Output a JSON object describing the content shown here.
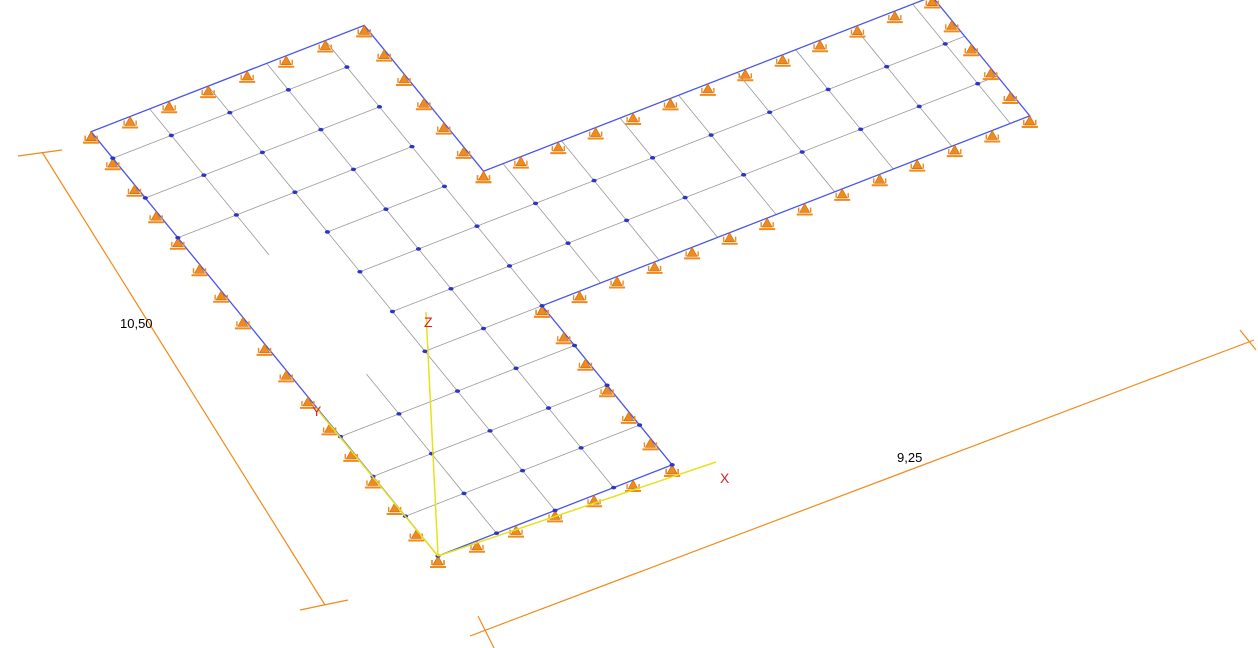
{
  "drawing": {
    "dimension_width": "9,25",
    "dimension_depth": "10,50",
    "axis_x": "X",
    "axis_y": "Y",
    "axis_z": "Z"
  },
  "colors": {
    "boundary": "#4a55e8",
    "mesh": "#9a9a9a",
    "node": "#2b35c9",
    "support": "#f08a1c",
    "dimension": "#f08a1c",
    "axis": "#e6e21a",
    "axis_label": "#e0202a"
  },
  "icons": {
    "support": "hinged-support-icon",
    "node": "mesh-node-icon"
  }
}
